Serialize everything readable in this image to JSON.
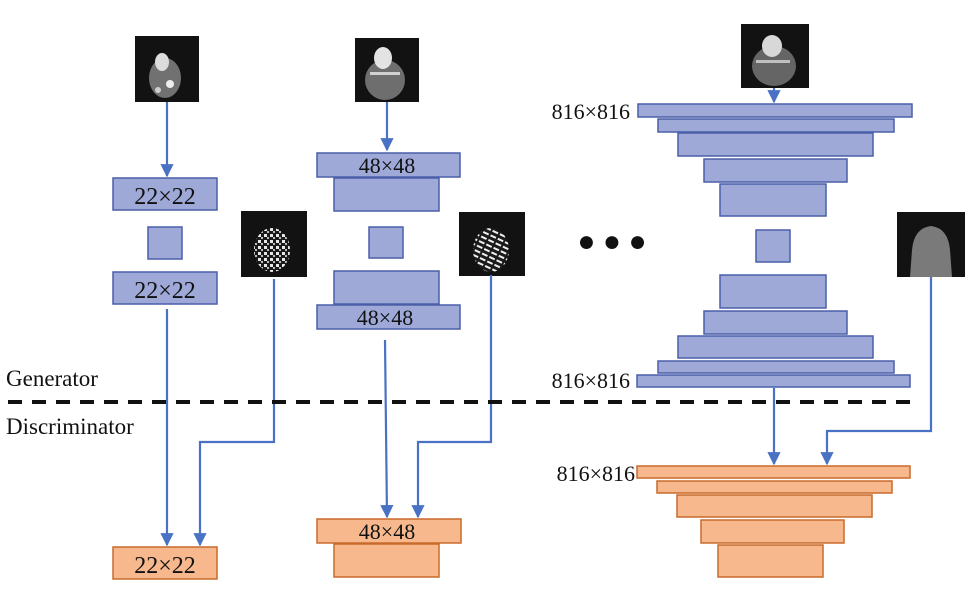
{
  "labels": {
    "generator": "Generator",
    "discriminator": "Discriminator",
    "ellipsis": "● ● ●"
  },
  "sizes": {
    "col1": "22×22",
    "col2": "48×48",
    "col3": "816×816"
  },
  "colors": {
    "generator_fill": "#9ea9d8",
    "generator_stroke": "#4a5fa8",
    "discriminator_fill": "#f7b88d",
    "discriminator_stroke": "#c86a2c",
    "arrow": "#4a72c4",
    "divider": "#111111"
  }
}
